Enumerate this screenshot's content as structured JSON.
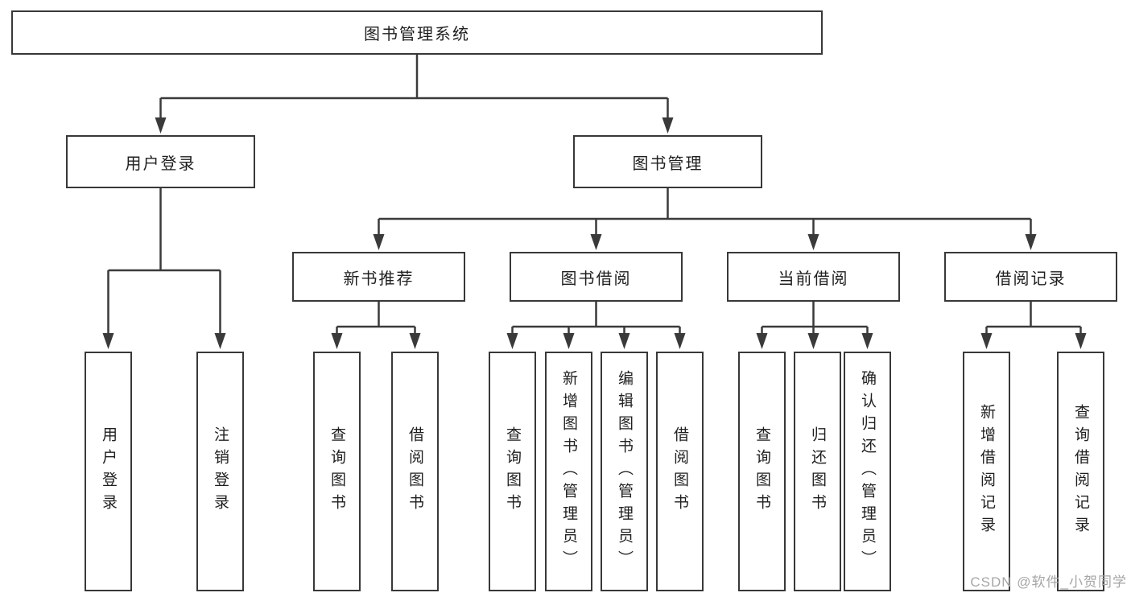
{
  "palette": {
    "line": "#3a3a3a",
    "box_border": "#383838",
    "text": "#1f1f1f",
    "watermark": "#a6a6a6",
    "background": "#ffffff"
  },
  "diagram": {
    "root": {
      "label": "图书管理系统"
    },
    "branches": [
      {
        "label": "用户登录",
        "children": [
          {
            "label": "用户登录"
          },
          {
            "label": "注销登录"
          }
        ]
      },
      {
        "label": "图书管理",
        "children": [
          {
            "label": "新书推荐",
            "children": [
              {
                "label": "查询图书"
              },
              {
                "label": "借阅图书"
              }
            ]
          },
          {
            "label": "图书借阅",
            "children": [
              {
                "label": "查询图书"
              },
              {
                "label": "新增图书（管理员）"
              },
              {
                "label": "编辑图书（管理员）"
              },
              {
                "label": "借阅图书"
              }
            ]
          },
          {
            "label": "当前借阅",
            "children": [
              {
                "label": "查询图书"
              },
              {
                "label": "归还图书"
              },
              {
                "label": "确认归还（管理员）"
              }
            ]
          },
          {
            "label": "借阅记录",
            "children": [
              {
                "label": "新增借阅记录"
              },
              {
                "label": "查询借阅记录"
              }
            ]
          }
        ]
      }
    ]
  },
  "watermark": {
    "text": "CSDN @软件_小贺同学"
  }
}
